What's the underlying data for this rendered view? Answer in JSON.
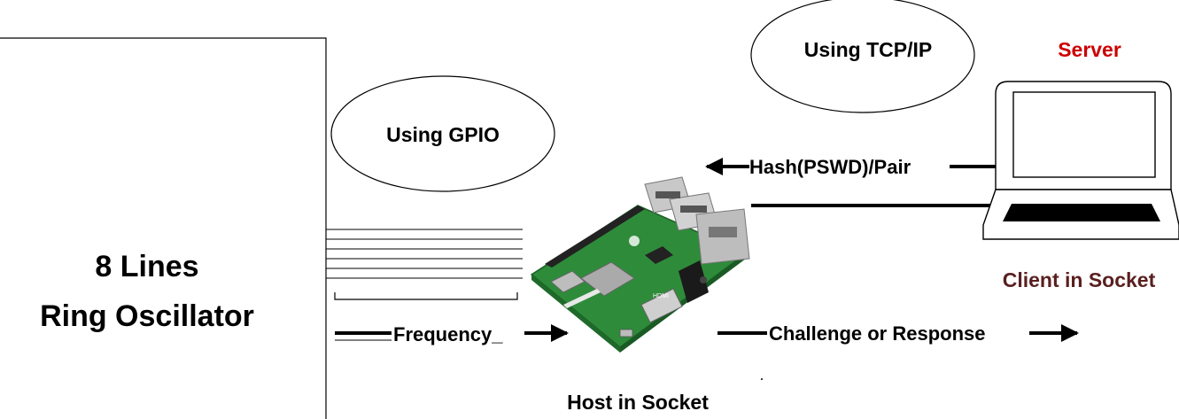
{
  "ring_oscillator": {
    "line1": "8 Lines",
    "line2": "Ring Oscillator"
  },
  "gpio_bubble": {
    "label": "Using GPIO"
  },
  "tcp_bubble": {
    "label": "Using TCP/IP"
  },
  "server_label": "Server",
  "client_label": "Client in Socket",
  "host_label": "Host in Socket",
  "arrows": {
    "frequency": "Frequency_",
    "hash": "Hash(PSWD)/Pair",
    "challenge": "Challenge or Response"
  },
  "board": {
    "connector_text": "HDMI"
  },
  "colors": {
    "server": "#cc0000",
    "client": "#5a1f1f",
    "board_green": "#2e8b3a",
    "line": "#000000"
  }
}
